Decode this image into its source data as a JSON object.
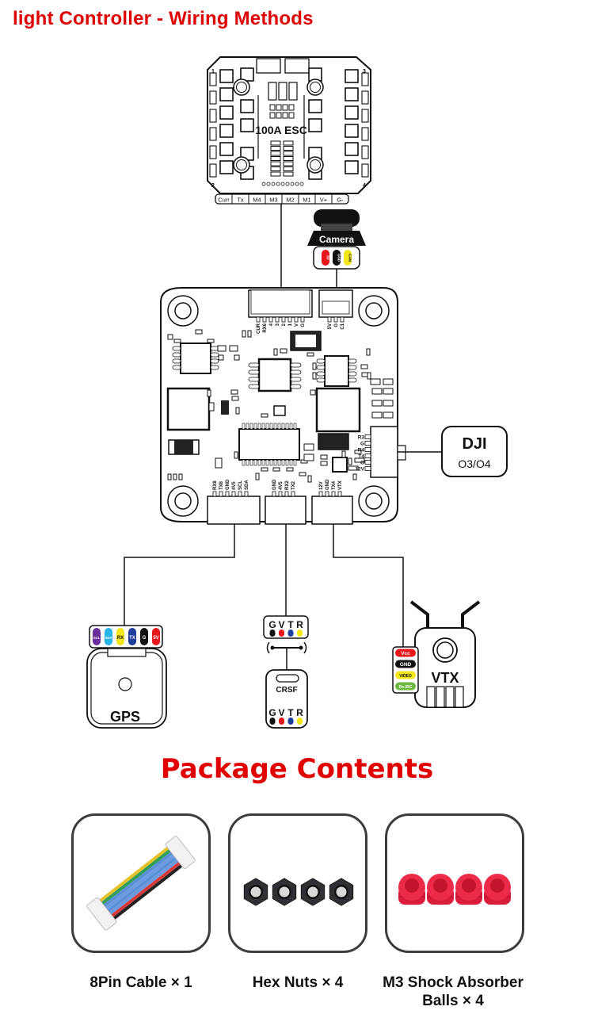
{
  "header": {
    "title": "light Controller - Wiring Methods"
  },
  "esc": {
    "label": "100A ESC",
    "pads": [
      "Curr",
      "Tx",
      "M4",
      "M3",
      "M2",
      "M1",
      "V+",
      "G-"
    ],
    "corner_numbers": [
      "1",
      "3",
      "2",
      "4"
    ]
  },
  "camera": {
    "label": "Camera",
    "pins": [
      {
        "label": "5V",
        "color": "#e8161b"
      },
      {
        "label": "GND",
        "color": "#111111"
      },
      {
        "label": "CAM",
        "color": "#f3e71a"
      }
    ]
  },
  "flight_controller": {
    "esc_connector_pins": [
      "CUR",
      "RX6",
      "4",
      "3",
      "2",
      "1",
      "V",
      "G"
    ],
    "camera_connector_pins": [
      "5V",
      "G",
      "C1"
    ],
    "dji_connector_pins": [
      "R3",
      "G",
      "R4",
      "T4",
      "G",
      "12V"
    ],
    "gps_connector_pins": [
      "RX8",
      "TX8",
      "GND",
      "4V5",
      "SCL",
      "SDA"
    ],
    "rx_connector_pins": [
      "GND",
      "4V5",
      "RX2",
      "TX2"
    ],
    "vtx_connector_pins": [
      "12V",
      "GND",
      "TX4",
      "VTX"
    ]
  },
  "dji": {
    "title": "DJI",
    "subtitle": "O3/O4"
  },
  "gps": {
    "label": "GPS",
    "pins": [
      {
        "label": "SCL",
        "color": "#6b2f9b"
      },
      {
        "label": "SDA",
        "color": "#27b4e6"
      },
      {
        "label": "RX",
        "color": "#f3e71a"
      },
      {
        "label": "TX",
        "color": "#1f3d9a"
      },
      {
        "label": "G",
        "color": "#111111"
      },
      {
        "label": "5V",
        "color": "#e8161b"
      }
    ]
  },
  "receiver": {
    "label": "CRSF",
    "pin_letters": [
      "G",
      "V",
      "T",
      "R"
    ],
    "pin_colors": [
      "#111111",
      "#e8161b",
      "#1f3d9a",
      "#f3e71a"
    ]
  },
  "vtx": {
    "label": "VTX",
    "pins": [
      {
        "label": "Vcc",
        "color": "#e8161b"
      },
      {
        "label": "GND",
        "color": "#111111"
      },
      {
        "label": "VIDEO",
        "color": "#f3e71a"
      },
      {
        "label": "Rx-IRC",
        "color": "#6fb83f"
      }
    ]
  },
  "package": {
    "title": "Package Contents",
    "items": [
      {
        "label": "8Pin Cable × 1",
        "icon": "cable-icon"
      },
      {
        "label": "Hex Nuts × 4",
        "icon": "hex-nut-icon"
      },
      {
        "label_line1": "M3 Shock Absorber",
        "label_line2": "Balls × 4",
        "icon": "shock-ball-icon"
      }
    ]
  },
  "colors": {
    "accent_red": "#e00000",
    "line": "#111111",
    "box_border": "#3c3c3c"
  }
}
